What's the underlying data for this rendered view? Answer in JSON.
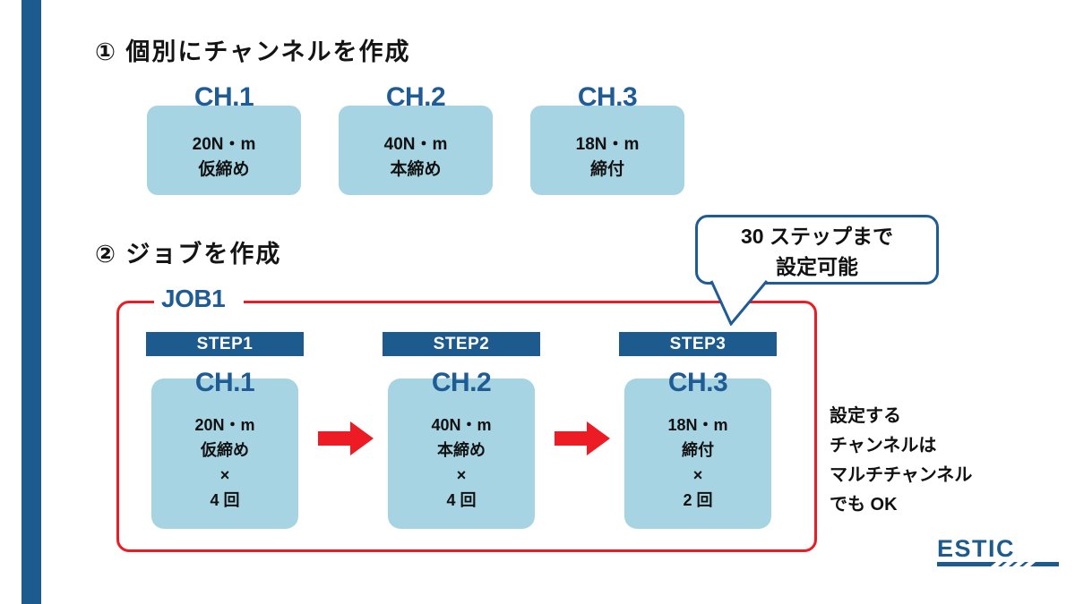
{
  "colors": {
    "accent_blue": "#1d5a8e",
    "label_blue": "#1f5c96",
    "card_light_blue": "#a6d4e2",
    "frame_red": "#ed1c24",
    "text_black": "#111111",
    "background": "#ffffff"
  },
  "sections": [
    {
      "id": "section-1",
      "heading": "① 個別にチャンネルを作成"
    },
    {
      "id": "section-2",
      "heading": "② ジョブを作成"
    }
  ],
  "channels": [
    {
      "label": "CH.1",
      "torque": "20N・m",
      "mode": "仮締め"
    },
    {
      "label": "CH.2",
      "torque": "40N・m",
      "mode": "本締め"
    },
    {
      "label": "CH.3",
      "torque": "18N・m",
      "mode": "締付"
    }
  ],
  "job": {
    "label": "JOB1",
    "steps": [
      {
        "header": "STEP1",
        "channel": "CH.1",
        "torque": "20N・m",
        "mode": "仮締め",
        "multiply": "×",
        "count": "4 回"
      },
      {
        "header": "STEP2",
        "channel": "CH.2",
        "torque": "40N・m",
        "mode": "本締め",
        "multiply": "×",
        "count": "4 回"
      },
      {
        "header": "STEP3",
        "channel": "CH.3",
        "torque": "18N・m",
        "mode": "締付",
        "multiply": "×",
        "count": "2 回"
      }
    ],
    "arrows": [
      "arrow-step1-to-step2",
      "arrow-step2-to-step3"
    ]
  },
  "callout": {
    "line1": "30 ステップまで",
    "line2": "設定可能"
  },
  "side_note": {
    "line1": "設定する",
    "line2": "チャンネルは",
    "line3": "マルチチャンネル",
    "line4": "でも OK"
  },
  "logo": {
    "text": "ESTIC"
  }
}
